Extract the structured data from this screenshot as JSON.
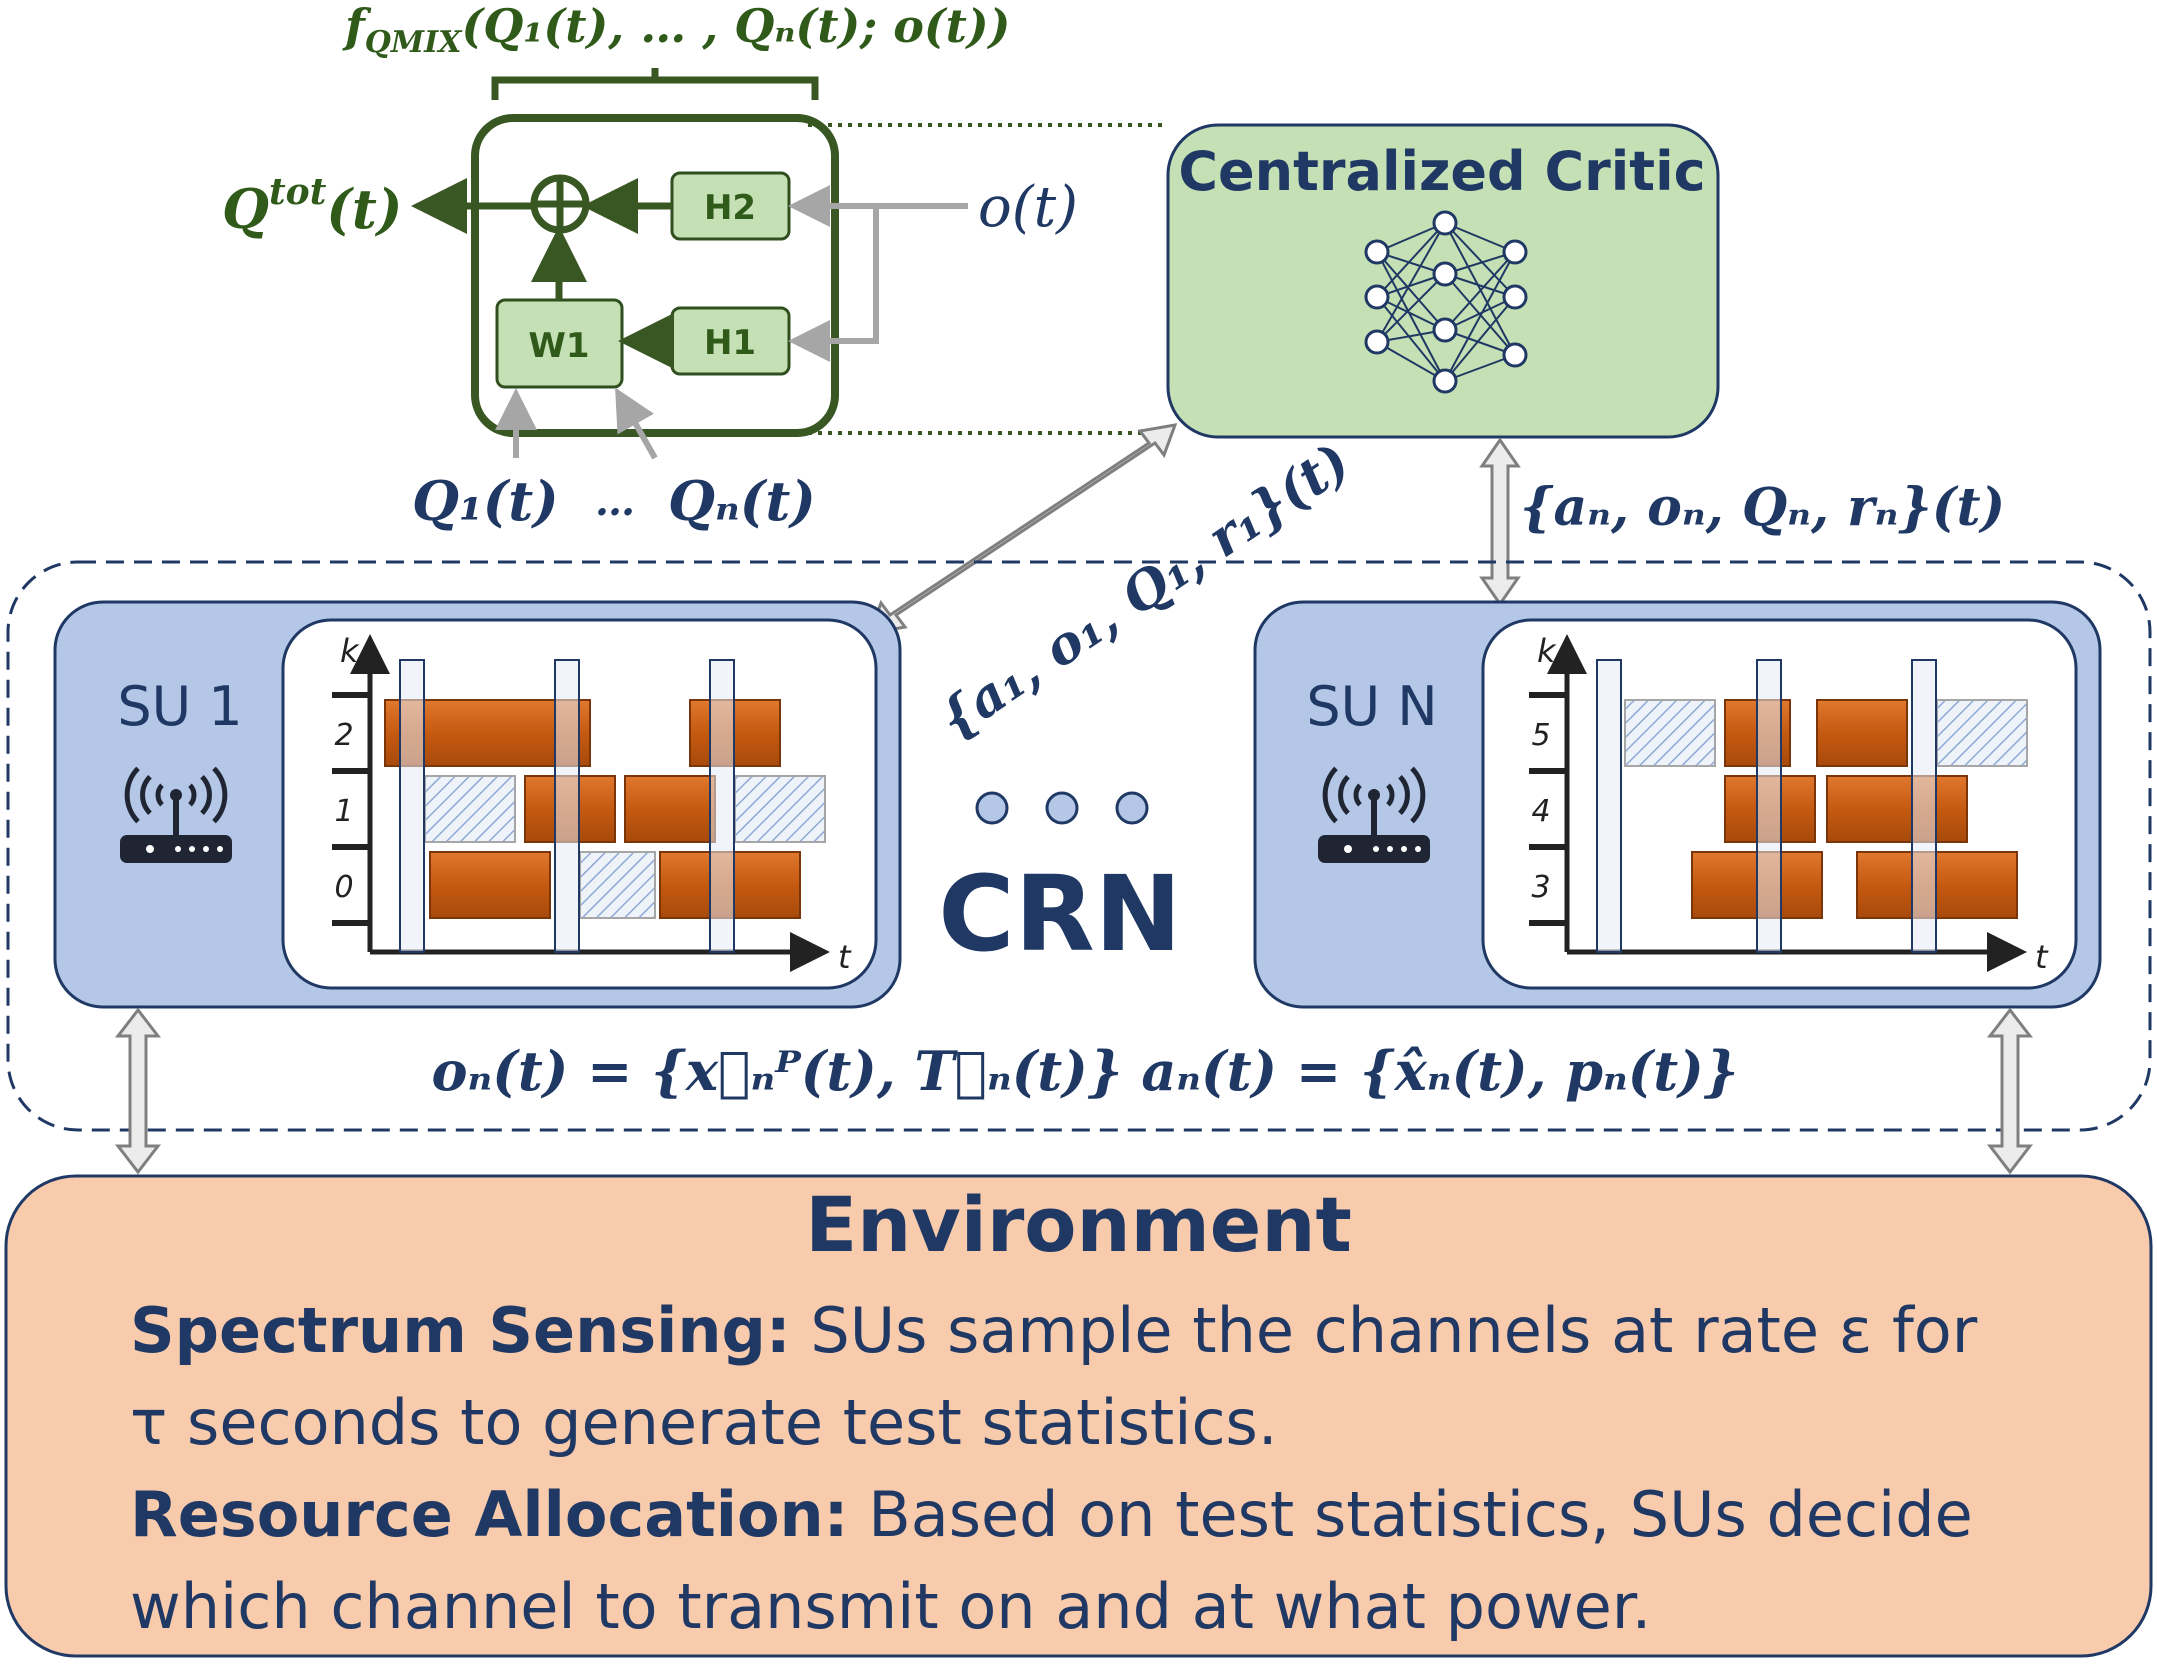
{
  "qmix": {
    "function_label": "f_QMIX(Q_1(t), …, Q_N(t); o(t))",
    "function_head": "f",
    "function_sub": "QMIX",
    "function_args": "(Q₁(t), … , Qₙ(t); o(t))",
    "output_main": "Q",
    "output_sup": "tot",
    "output_args": "(t)",
    "observation": "o(t)",
    "h2_label": "H2",
    "h1_label": "H1",
    "w1_label": "W1",
    "inputs": [
      "Q₁(t)",
      "…",
      "Qₙ(t)"
    ]
  },
  "critic": {
    "title": "Centralized Critic",
    "link_left": "{a₁, o₁, Q₁, r₁}(t)",
    "link_right": "{aₙ, oₙ, Qₙ, rₙ}(t)"
  },
  "network": {
    "label": "CRN",
    "ellipsis_dots": 3,
    "equation": "oₙ(t) = {x⃗ₙᴾ(t), T⃗ₙ(t)}   aₙ(t) = {x̂ₙ(t), pₙ(t)}"
  },
  "su_units": [
    {
      "label": "SU 1",
      "k_labels": [
        "2",
        "1",
        "0"
      ],
      "t_label": "t",
      "k_axis": "k"
    },
    {
      "label": "SU N",
      "k_labels": [
        "5",
        "4",
        "3"
      ],
      "t_label": "t",
      "k_axis": "k"
    }
  ],
  "environment": {
    "title": "Environment",
    "sensing_heading": "Spectrum Sensing:",
    "sensing_text": " SUs sample the channels at rate ε for τ seconds to generate test statistics.",
    "allocation_heading": "Resource Allocation:",
    "allocation_text": " Based on test statistics, SUs decide which channel to transmit on and at what power."
  },
  "colors": {
    "qmix_green": "#385723",
    "critic_fill": "#c5e0b4",
    "su_fill": "#b4c7e7",
    "env_fill": "#f8cbad",
    "navy": "#1f3864",
    "busy_orange": "#c55a11",
    "idle_hatch": "#dae3f3"
  }
}
